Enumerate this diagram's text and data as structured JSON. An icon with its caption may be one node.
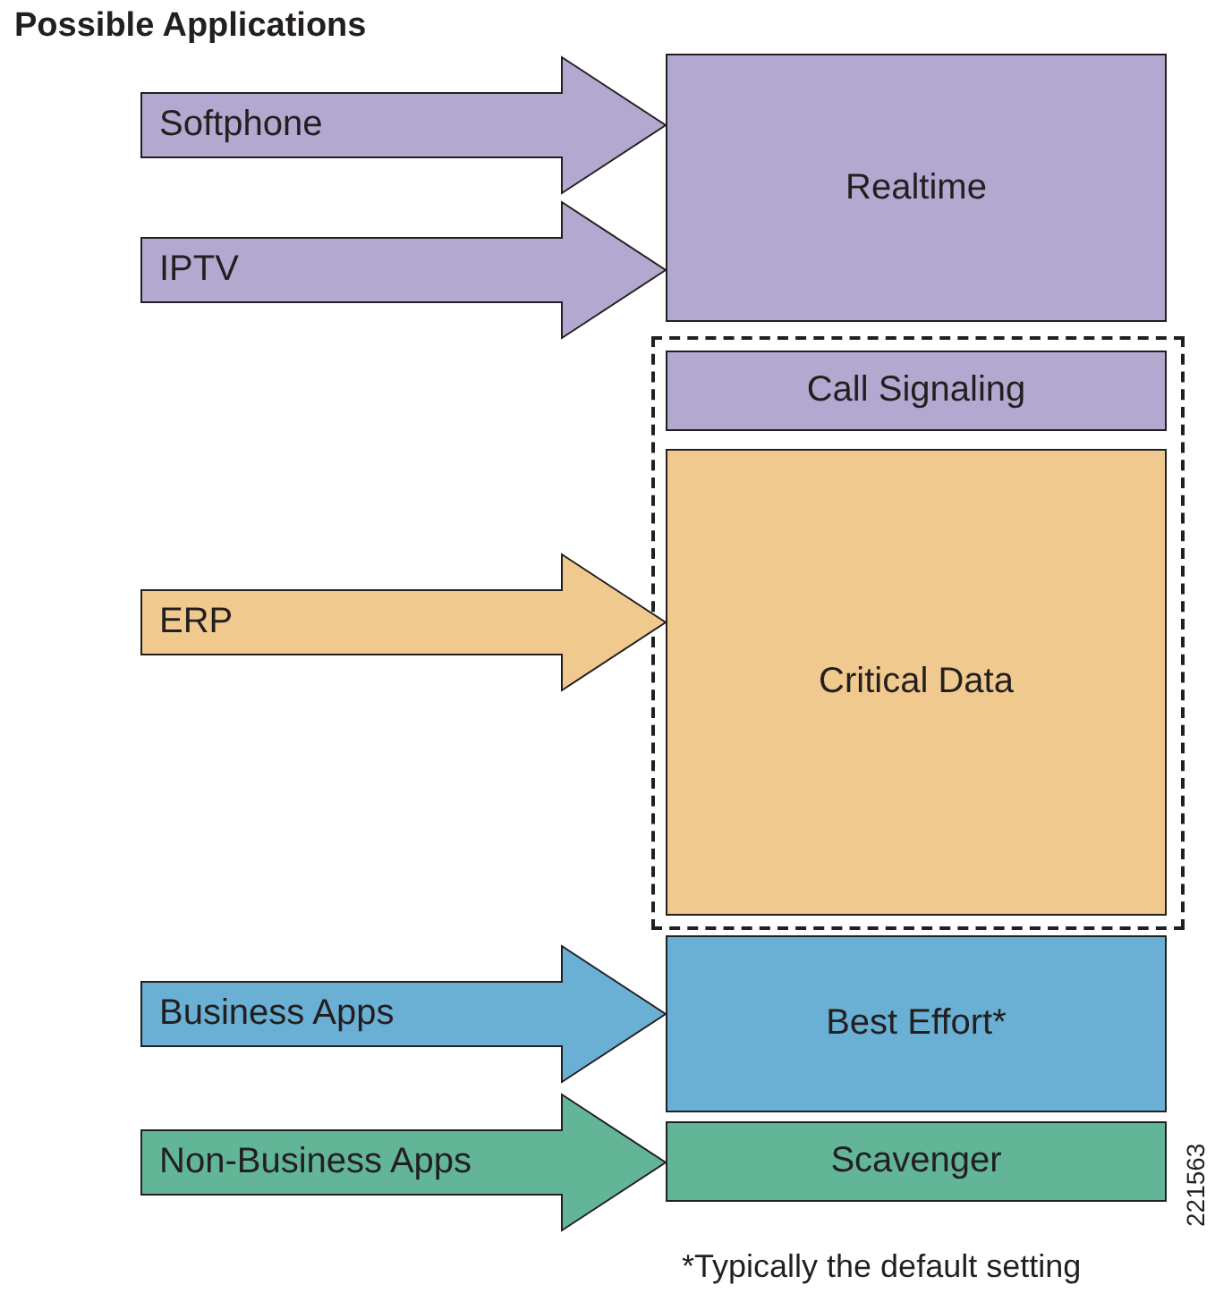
{
  "diagram": {
    "title": "Possible Applications",
    "nodes": [
      {
        "text": [
          "Realtime"
        ]
      },
      {
        "text": [],
        "shape": "box"
      },
      {
        "text": [
          "Call Signaling"
        ],
        "in": 1
      },
      {
        "text": [
          "Critical Data"
        ],
        "in": 1
      },
      {
        "text": [
          "Best Effort*"
        ]
      },
      {
        "text": [
          "Scavenger"
        ]
      }
    ],
    "edges": [
      {
        "from": null,
        "to": 0,
        "arrow": "to",
        "label": "Softphone",
        "color": "#b3a8cf"
      },
      {
        "from": null,
        "to": 0,
        "arrow": "to",
        "label": "IPTV",
        "color": "#b3a8cf"
      },
      {
        "from": null,
        "to": 3,
        "arrow": "to",
        "label": "ERP",
        "color": "#f0c98e"
      },
      {
        "from": null,
        "to": 4,
        "arrow": "to",
        "label": "Business Apps",
        "color": "#6aafd4"
      },
      {
        "from": null,
        "to": 5,
        "arrow": "to",
        "label": "Non-Business Apps",
        "color": "#63b597"
      }
    ],
    "labels": [
      "*Typically the default setting",
      "221563"
    ]
  }
}
